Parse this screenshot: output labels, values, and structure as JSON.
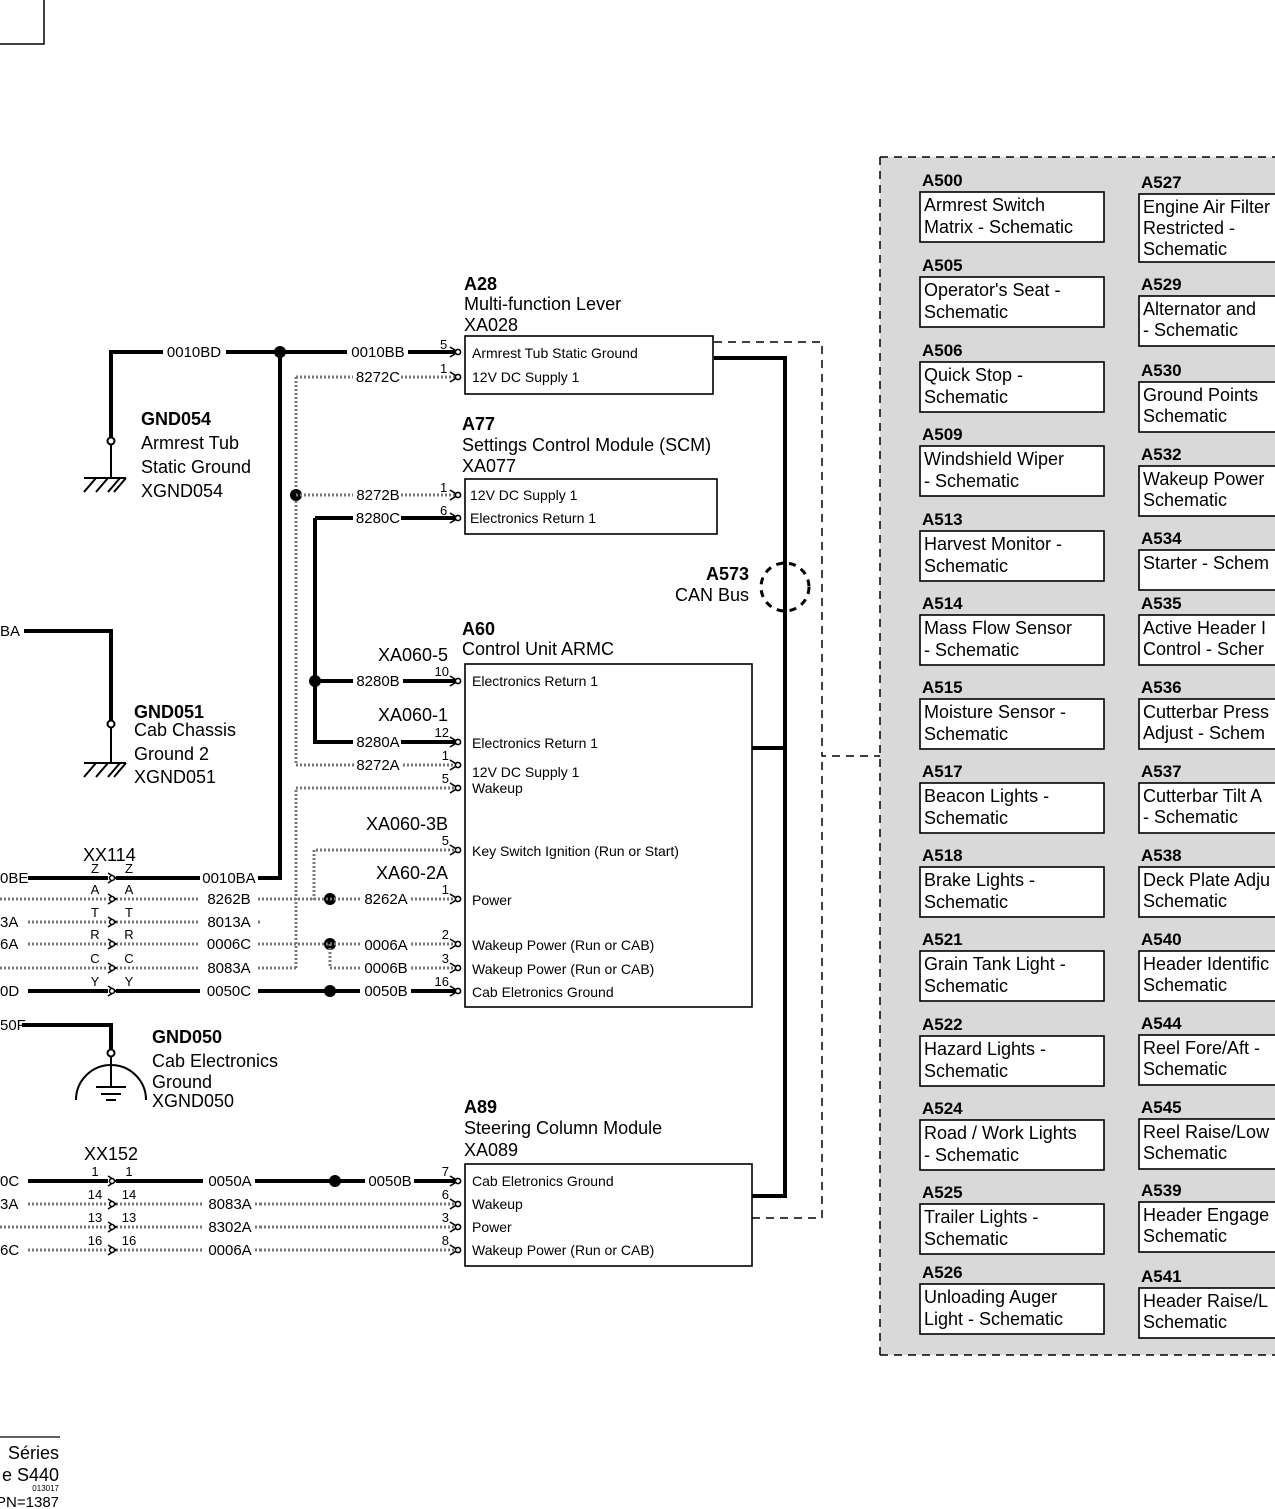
{
  "modules": {
    "a28": {
      "id": "A28",
      "name": "Multi-function Lever",
      "connector": "XA028",
      "pins": [
        {
          "num": "5",
          "wire": "0010BB",
          "label": "Armrest Tub Static Ground"
        },
        {
          "num": "1",
          "wire": "8272C",
          "label": "12V DC Supply 1"
        }
      ]
    },
    "a77": {
      "id": "A77",
      "name": "Settings Control Module (SCM)",
      "connector": "XA077",
      "pins": [
        {
          "num": "1",
          "wire": "8272B",
          "label": "12V DC Supply 1"
        },
        {
          "num": "6",
          "wire": "8280C",
          "label": "Electronics Return 1"
        }
      ]
    },
    "a60": {
      "id": "A60",
      "name": "Control Unit ARMC",
      "connectors": [
        "XA060-5",
        "XA060-1",
        "XA060-3B",
        "XA60-2A"
      ],
      "pins": [
        {
          "num": "10",
          "wire": "8280B",
          "label": "Electronics Return 1"
        },
        {
          "num": "12",
          "wire": "8280A",
          "label": "Electronics Return 1"
        },
        {
          "num": "1",
          "wire": "8272A",
          "label": "12V DC Supply 1"
        },
        {
          "num": "5",
          "wire": "",
          "label": "Wakeup"
        },
        {
          "num": "5",
          "wire": "",
          "label": "Key Switch Ignition (Run or Start)"
        },
        {
          "num": "1",
          "wire": "8262A",
          "label": "Power"
        },
        {
          "num": "2",
          "wire": "0006A",
          "label": "Wakeup Power (Run or CAB)"
        },
        {
          "num": "3",
          "wire": "0006B",
          "label": "Wakeup Power (Run or CAB)"
        },
        {
          "num": "16",
          "wire": "0050B",
          "label": "Cab Eletronics Ground"
        }
      ]
    },
    "a89": {
      "id": "A89",
      "name": "Steering Column Module",
      "connector": "XA089",
      "pins": [
        {
          "num": "7",
          "wire": "0050B",
          "label": "Cab Eletronics Ground"
        },
        {
          "num": "6",
          "wire": "",
          "label": "Wakeup"
        },
        {
          "num": "3",
          "wire": "",
          "label": "Power"
        },
        {
          "num": "8",
          "wire": "",
          "label": "Wakeup Power (Run or CAB)"
        }
      ]
    }
  },
  "grounds": {
    "gnd054": {
      "id": "GND054",
      "lines": [
        "Armrest Tub",
        "Static Ground",
        "XGND054"
      ],
      "wire": "0010BD"
    },
    "gnd051": {
      "id": "GND051",
      "lines": [
        "Cab Chassis",
        "Ground 2",
        "XGND051"
      ],
      "wire": "BA"
    },
    "gnd050": {
      "id": "GND050",
      "lines": [
        "Cab Electronics",
        "Ground",
        "XGND050"
      ],
      "wire": "50F"
    }
  },
  "can_bus": {
    "id": "A573",
    "name": "CAN Bus"
  },
  "xx114": {
    "id": "XX114",
    "rows": [
      {
        "left_wire": "0BE",
        "pin": "Z",
        "right_wire": "0010BA"
      },
      {
        "left_wire": "",
        "pin": "A",
        "right_wire": "8262B"
      },
      {
        "left_wire": "3A",
        "pin": "T",
        "right_wire": "8013A"
      },
      {
        "left_wire": "6A",
        "pin": "R",
        "right_wire": "0006C"
      },
      {
        "left_wire": "",
        "pin": "C",
        "right_wire": "8083A"
      },
      {
        "left_wire": "0D",
        "pin": "Y",
        "right_wire": "0050C"
      }
    ]
  },
  "xx152": {
    "id": "XX152",
    "rows": [
      {
        "left_wire": "0C",
        "pin": "1",
        "right_wire": "0050A"
      },
      {
        "left_wire": "3A",
        "pin": "14",
        "right_wire": "8083A"
      },
      {
        "left_wire": "",
        "pin": "13",
        "right_wire": "8302A"
      },
      {
        "left_wire": "6C",
        "pin": "16",
        "right_wire": "0006A"
      }
    ]
  },
  "references": {
    "left": [
      {
        "id": "A500",
        "text": [
          "Armrest Switch",
          "Matrix - Schematic"
        ]
      },
      {
        "id": "A505",
        "text": [
          "Operator's Seat -",
          "Schematic"
        ]
      },
      {
        "id": "A506",
        "text": [
          "Quick Stop -",
          "Schematic"
        ]
      },
      {
        "id": "A509",
        "text": [
          "Windshield Wiper",
          "- Schematic"
        ]
      },
      {
        "id": "A513",
        "text": [
          "Harvest Monitor -",
          "Schematic"
        ]
      },
      {
        "id": "A514",
        "text": [
          "Mass Flow Sensor",
          "- Schematic"
        ]
      },
      {
        "id": "A515",
        "text": [
          "Moisture Sensor -",
          "Schematic"
        ]
      },
      {
        "id": "A517",
        "text": [
          "Beacon Lights -",
          "Schematic"
        ]
      },
      {
        "id": "A518",
        "text": [
          "Brake Lights -",
          "Schematic"
        ]
      },
      {
        "id": "A521",
        "text": [
          "Grain Tank Light -",
          "Schematic"
        ]
      },
      {
        "id": "A522",
        "text": [
          "Hazard Lights -",
          "Schematic"
        ]
      },
      {
        "id": "A524",
        "text": [
          "Road / Work Lights",
          "- Schematic"
        ]
      },
      {
        "id": "A525",
        "text": [
          "Trailer Lights -",
          "Schematic"
        ]
      },
      {
        "id": "A526",
        "text": [
          "Unloading Auger",
          "Light - Schematic"
        ]
      }
    ],
    "right": [
      {
        "id": "A527",
        "text": [
          "Engine Air Filter",
          "Restricted -",
          "Schematic"
        ]
      },
      {
        "id": "A529",
        "text": [
          "Alternator and",
          "- Schematic"
        ]
      },
      {
        "id": "A530",
        "text": [
          "Ground Points",
          "Schematic"
        ]
      },
      {
        "id": "A532",
        "text": [
          "Wakeup Power",
          "Schematic"
        ]
      },
      {
        "id": "A534",
        "text": [
          "Starter - Schem"
        ]
      },
      {
        "id": "A535",
        "text": [
          "Active Header I",
          "Control - Scher"
        ]
      },
      {
        "id": "A536",
        "text": [
          "Cutterbar Press",
          "Adjust - Schem"
        ]
      },
      {
        "id": "A537",
        "text": [
          "Cutterbar Tilt A",
          "- Schematic"
        ]
      },
      {
        "id": "A538",
        "text": [
          "Deck Plate Adju",
          "Schematic"
        ]
      },
      {
        "id": "A540",
        "text": [
          "Header Identific",
          "Schematic"
        ]
      },
      {
        "id": "A544",
        "text": [
          "Reel Fore/Aft -",
          "Schematic"
        ]
      },
      {
        "id": "A545",
        "text": [
          "Reel Raise/Low",
          "Schematic"
        ]
      },
      {
        "id": "A539",
        "text": [
          "Header Engage",
          "Schematic"
        ]
      },
      {
        "id": "A541",
        "text": [
          "Header Raise/L",
          "Schematic"
        ]
      }
    ]
  },
  "footer": {
    "line1": "Séries",
    "line2": "e  S440",
    "code": "013017",
    "line3": "PN=1387"
  }
}
